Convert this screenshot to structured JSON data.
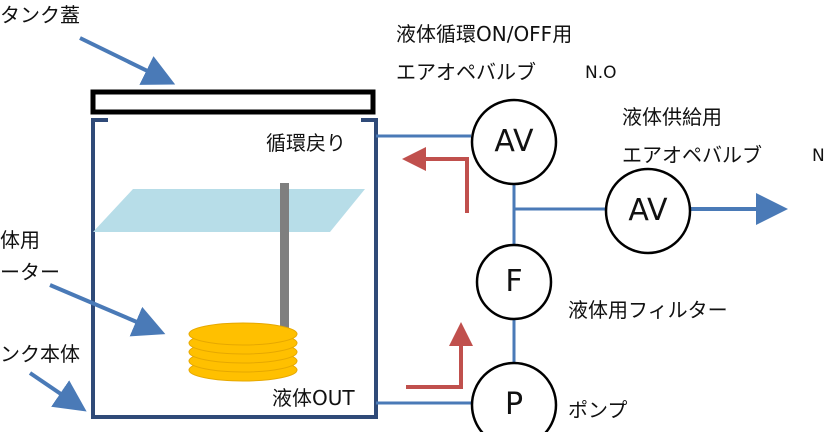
{
  "labels": {
    "tank_lid": "タンク蓋",
    "circ_valve_line1": "液体循環ON/OFF用",
    "circ_valve_line2": "エアオペバルブ",
    "circ_valve_state": "N.O",
    "supply_valve_line1": "液体供給用",
    "supply_valve_line2": "エアオペバルブ",
    "supply_valve_state": "N",
    "return": "循環戻り",
    "heater_line1": "体用",
    "heater_line2": "ーター",
    "tank_body": "ンク本体",
    "liquid_out": "液体OUT",
    "filter": "液体用フィルター",
    "pump": "ポンプ"
  },
  "symbols": {
    "valve_circ": "AV",
    "valve_supply": "AV",
    "filter": "F",
    "pump": "P"
  },
  "colors": {
    "pipe": "#4a7ab7",
    "tank_outline": "#2f4a78",
    "liquid_surface": "#b7dde8",
    "heater_coil": "#ffc000",
    "heater_rod": "#7f7f7f",
    "flow_arrow": "#c0504d",
    "pointer_arrow": "#4a7ab7"
  }
}
